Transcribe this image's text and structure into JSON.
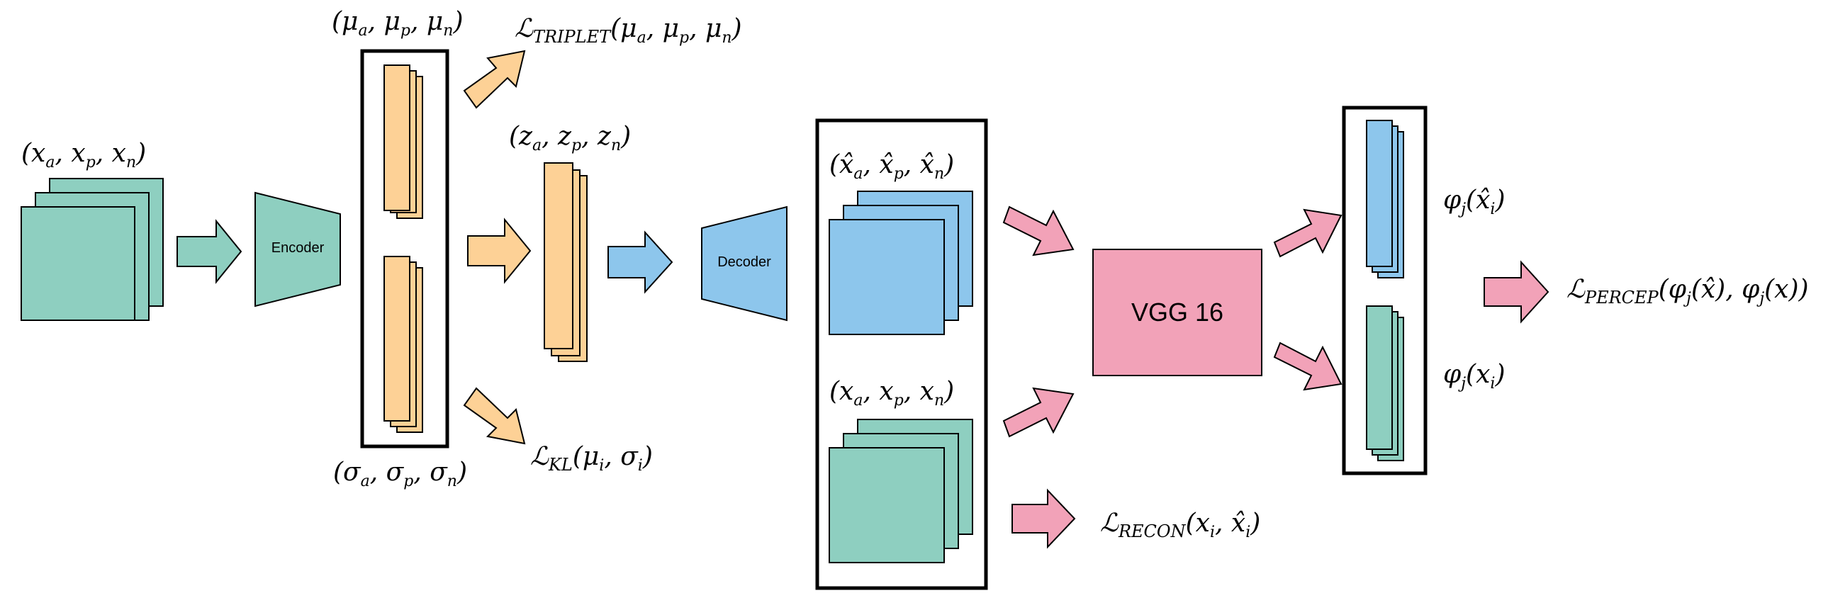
{
  "colors": {
    "teal": "#8ecfc0",
    "blue": "#8dc6ec",
    "orange": "#fdd196",
    "pink": "#f2a2b8",
    "stroke": "#000000"
  },
  "labels": {
    "input_triplet": "(x_a, x_p, x_n)",
    "encoder": "Encoder",
    "mu_triplet": "(μ_a, μ_p, μ_n)",
    "sigma_triplet": "(σ_a, σ_p, σ_n)",
    "loss_triplet": "ℒ_TRIPLET(μ_a, μ_p, μ_n)",
    "z_triplet": "(z_a, z_p, z_n)",
    "loss_kl": "ℒ_KL(μ_i, σ_i)",
    "decoder": "Decoder",
    "recon_triplet": "(x̂_a, x̂_p, x̂_n)",
    "orig_triplet": "(x_a, x_p, x_n)",
    "vgg": "VGG 16",
    "loss_recon": "ℒ_RECON(x_i, x̂_i)",
    "phi_recon": "φ_j(x̂_i)",
    "phi_orig": "φ_j(x_i)",
    "loss_percep": "ℒ_PERCEP(φ_j(x̂), φ_j(x))"
  }
}
